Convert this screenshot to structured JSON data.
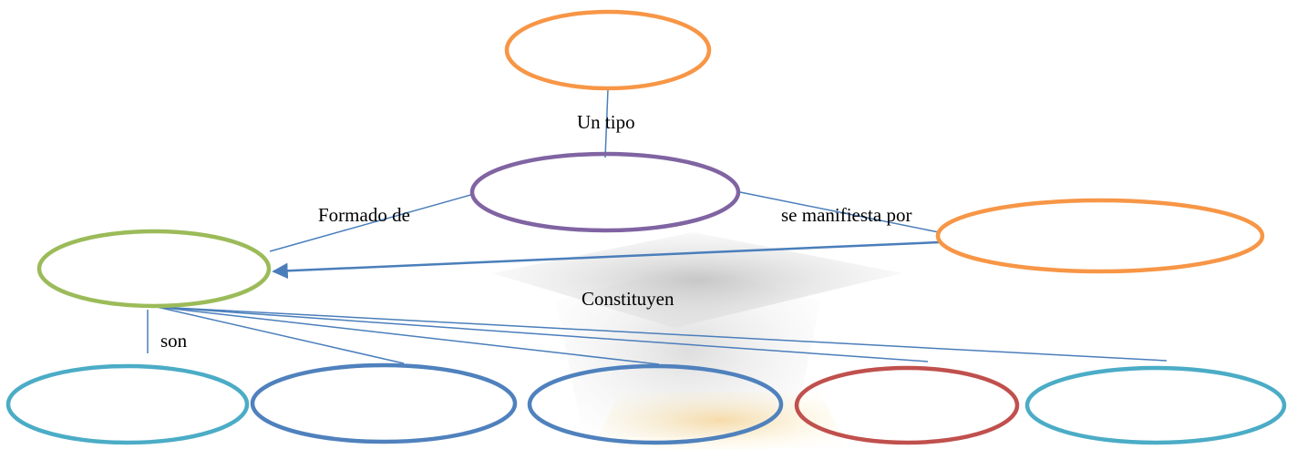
{
  "labels": {
    "un_tipo": "Un tipo",
    "formado_de": "Formado de",
    "se_manifiesta_por": "se manifiesta por",
    "constituyen": "Constituyen",
    "son": "son"
  },
  "colors": {
    "orange": "#F79646",
    "purple": "#8064A2",
    "green": "#9BBB59",
    "teal": "#4BACC6",
    "blue": "#4F81BD",
    "red": "#C0504D",
    "connector": "#4A7EBB",
    "watermark_gray": "#B8B8B8",
    "watermark_gold": "#F5D080"
  },
  "nodes": [
    {
      "id": "top",
      "text": ""
    },
    {
      "id": "center",
      "text": ""
    },
    {
      "id": "left",
      "text": ""
    },
    {
      "id": "right",
      "text": ""
    },
    {
      "id": "bottom-1",
      "text": ""
    },
    {
      "id": "bottom-2",
      "text": ""
    },
    {
      "id": "bottom-3",
      "text": ""
    },
    {
      "id": "bottom-4",
      "text": ""
    },
    {
      "id": "bottom-5",
      "text": ""
    }
  ]
}
